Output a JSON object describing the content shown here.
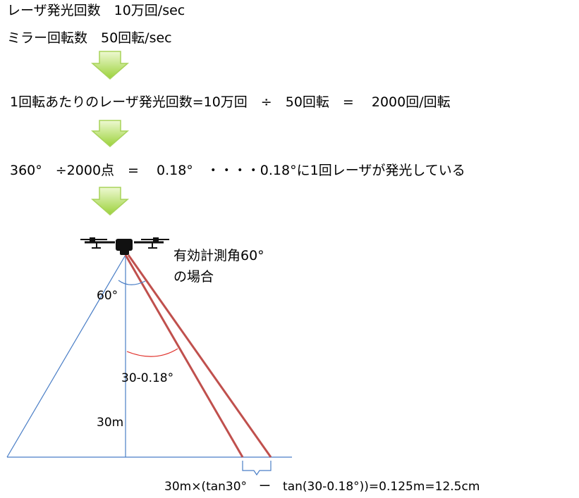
{
  "header": {
    "line1": "レーザ発光回数　10万回/sec",
    "line2": "ミラー回転数　50回転/sec"
  },
  "step1": "1回転あたりのレーザ発光回数=10万回　÷　50回転　=　 2000回/回転",
  "step2": "360°　÷2000点　=　 0.18°　・・・・0.18°に1回レーザが発光している",
  "diagram": {
    "fov_label_line1": "有効計測角60°",
    "fov_label_line2": "の場合",
    "angle_60_label": "60°",
    "angle_step_label": "30-0.18°",
    "height_label": "30m",
    "formula": "30m×(tan30°　ー　tan(30-0.18°))=0.125m=12.5cm"
  },
  "colors": {
    "arrow_fill_top": "#eef9d2",
    "arrow_fill_bottom": "#9bd23a",
    "arrow_stroke": "#a8d35a",
    "triangle_line": "#4a7ec6",
    "laser_line": "#c0504d",
    "angle_arc_red": "#e0302a",
    "drone": "#111111"
  },
  "icons": [
    "down-arrow-icon",
    "drone-icon"
  ]
}
